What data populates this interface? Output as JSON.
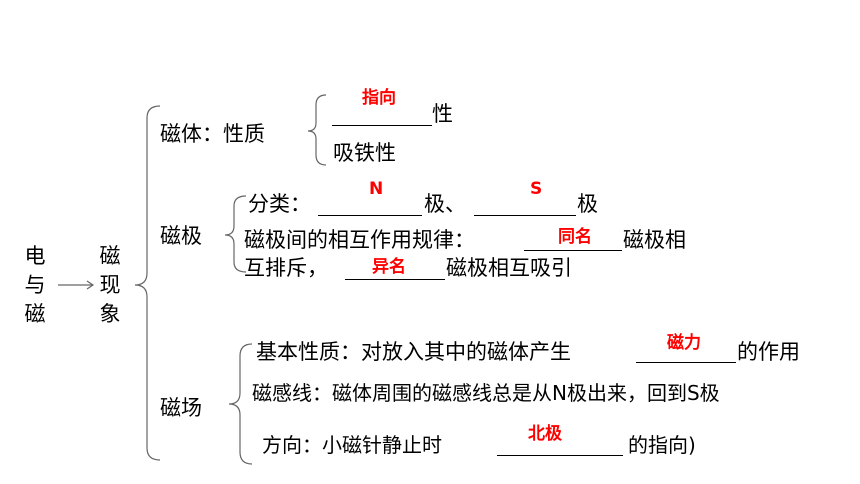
{
  "root": {
    "chars": [
      "电",
      "与",
      "磁"
    ]
  },
  "section": {
    "chars": [
      "磁",
      "现",
      "象"
    ]
  },
  "magnet": {
    "label": "磁体：性质",
    "prop1_suffix": "性",
    "prop1_answer": "指向",
    "prop2": "吸铁性"
  },
  "pole": {
    "label": "磁极",
    "classify_prefix": "分类：",
    "answer_n": "N",
    "classify_mid": "极、",
    "answer_s": "S",
    "classify_suffix": "极",
    "rule_line1_prefix": "磁极间的相互作用规律：",
    "answer_same": "同名",
    "rule_line1_suffix": "磁极相",
    "rule_line2_prefix": "互排斥，",
    "answer_diff": "异名",
    "rule_line2_suffix": "磁极相互吸引"
  },
  "field": {
    "label": "磁场",
    "basic_prefix": "基本性质：对放入其中的磁体产生",
    "answer_force": "磁力",
    "basic_suffix": "的作用",
    "lines_text": "磁感线：磁体周围的磁感线总是从N极出来，回到S极",
    "dir_prefix": "方向：小磁针静止时",
    "answer_north": "北极",
    "dir_suffix": "的指向)"
  },
  "colors": {
    "answer": "#ff0000",
    "text": "#000000",
    "bracket": "#666666"
  }
}
